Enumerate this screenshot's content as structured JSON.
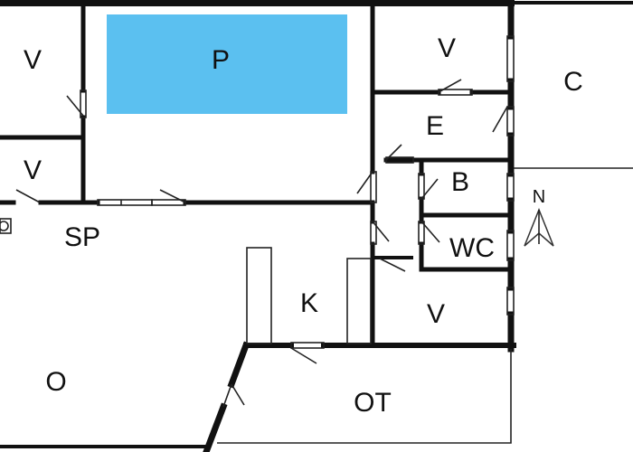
{
  "rooms": {
    "v_top_left": "V",
    "v_mid_left": "V",
    "pool": "P",
    "v_top_right": "V",
    "c": "C",
    "e": "E",
    "b": "B",
    "wc": "WC",
    "sp": "SP",
    "k": "K",
    "v_bottom_right": "V",
    "o": "O",
    "ot": "OT"
  },
  "compass": {
    "label": "N"
  },
  "colors": {
    "pool": "#5bc0f0",
    "wall": "#111111",
    "background": "#ffffff"
  }
}
